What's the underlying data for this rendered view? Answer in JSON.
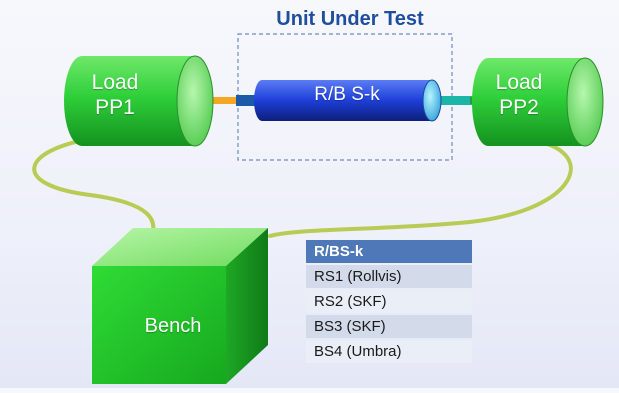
{
  "diagram": {
    "title": "Unit Under Test",
    "load_left": {
      "line1": "Load",
      "line2": "PP1"
    },
    "load_right": {
      "line1": "Load",
      "line2": "PP2"
    },
    "shaft_label": "R/B S-k",
    "bench_label": "Bench",
    "table": {
      "header": "R/BS-k",
      "rows": [
        "RS1 (Rollvis)",
        "RS2 (SKF)",
        "BS3 (SKF)",
        "BS4 (Umbra)"
      ]
    }
  },
  "colors": {
    "title_blue": "#1f4e9e",
    "green_body": "#2fcf3a",
    "green_cap": "#8ff08a",
    "shaft_blue": "#1d3fd8",
    "coupling_orange": "#f5a623",
    "coupling_teal": "#1bb6a8",
    "cable": "#b7cc55",
    "table_header": "#4f78b8"
  }
}
